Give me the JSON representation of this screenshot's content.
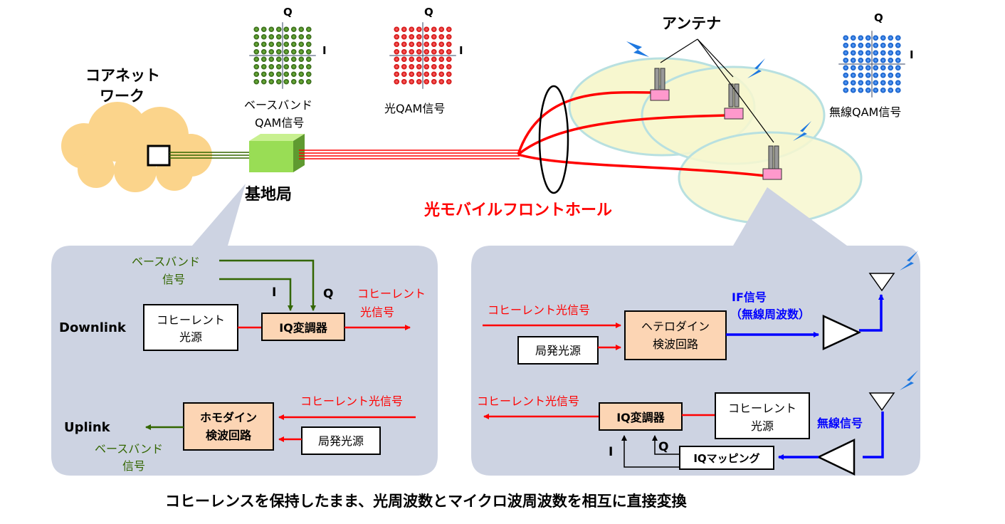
{
  "colors": {
    "red": "#ff0000",
    "green": "#336600",
    "blue": "#0000ff",
    "panel": "#cdd3e2",
    "block_orange": "#fcd5b4",
    "cloud": "#fbd48b",
    "cell": "#f7f7cf",
    "base_station": "#99dd55",
    "antenna_box": "#ff99cc",
    "text_dark": "#000000"
  },
  "top": {
    "core_network": [
      "コアネット",
      "ワーク"
    ],
    "base_station": "基地局",
    "baseband_qam": [
      "ベースバンド",
      "QAM信号"
    ],
    "optical_qam": "光QAM信号",
    "wireless_qam": "無線QAM信号",
    "antenna": "アンテナ",
    "fronthaul": "光モバイルフロントホール",
    "axis_i": "I",
    "axis_q": "Q"
  },
  "left_panel": {
    "downlink": "Downlink",
    "uplink": "Uplink",
    "baseband_signal_in": [
      "ベースバンド",
      "信号"
    ],
    "i": "I",
    "q": "Q",
    "coherent_source": [
      "コヒーレント",
      "光源"
    ],
    "iq_modulator": "IQ変調器",
    "coherent_optical_out": [
      "コヒーレント",
      "光信号"
    ],
    "coherent_optical_in": "コヒーレント光信号",
    "homodyne": [
      "ホモダイン",
      "検波回路"
    ],
    "local_source": "局発光源",
    "baseband_signal_out": [
      "ベースバンド",
      "信号"
    ]
  },
  "right_panel": {
    "coherent_optical_in": "コヒーレント光信号",
    "local_source": "局発光源",
    "heterodyne": [
      "ヘテロダイン",
      "検波回路"
    ],
    "if_signal": [
      "IF信号",
      "（無線周波数）"
    ],
    "coherent_optical_out": "コヒーレント光信号",
    "iq_modulator": "IQ変調器",
    "coherent_source": [
      "コヒーレント",
      "光源"
    ],
    "wireless_signal": "無線信号",
    "i": "I",
    "q": "Q",
    "iq_mapping": "IQマッピング"
  },
  "footer": {
    "caption": "コヒーレンスを保持したまま、光周波数とマイクロ波周波数を相互に直接変換"
  }
}
